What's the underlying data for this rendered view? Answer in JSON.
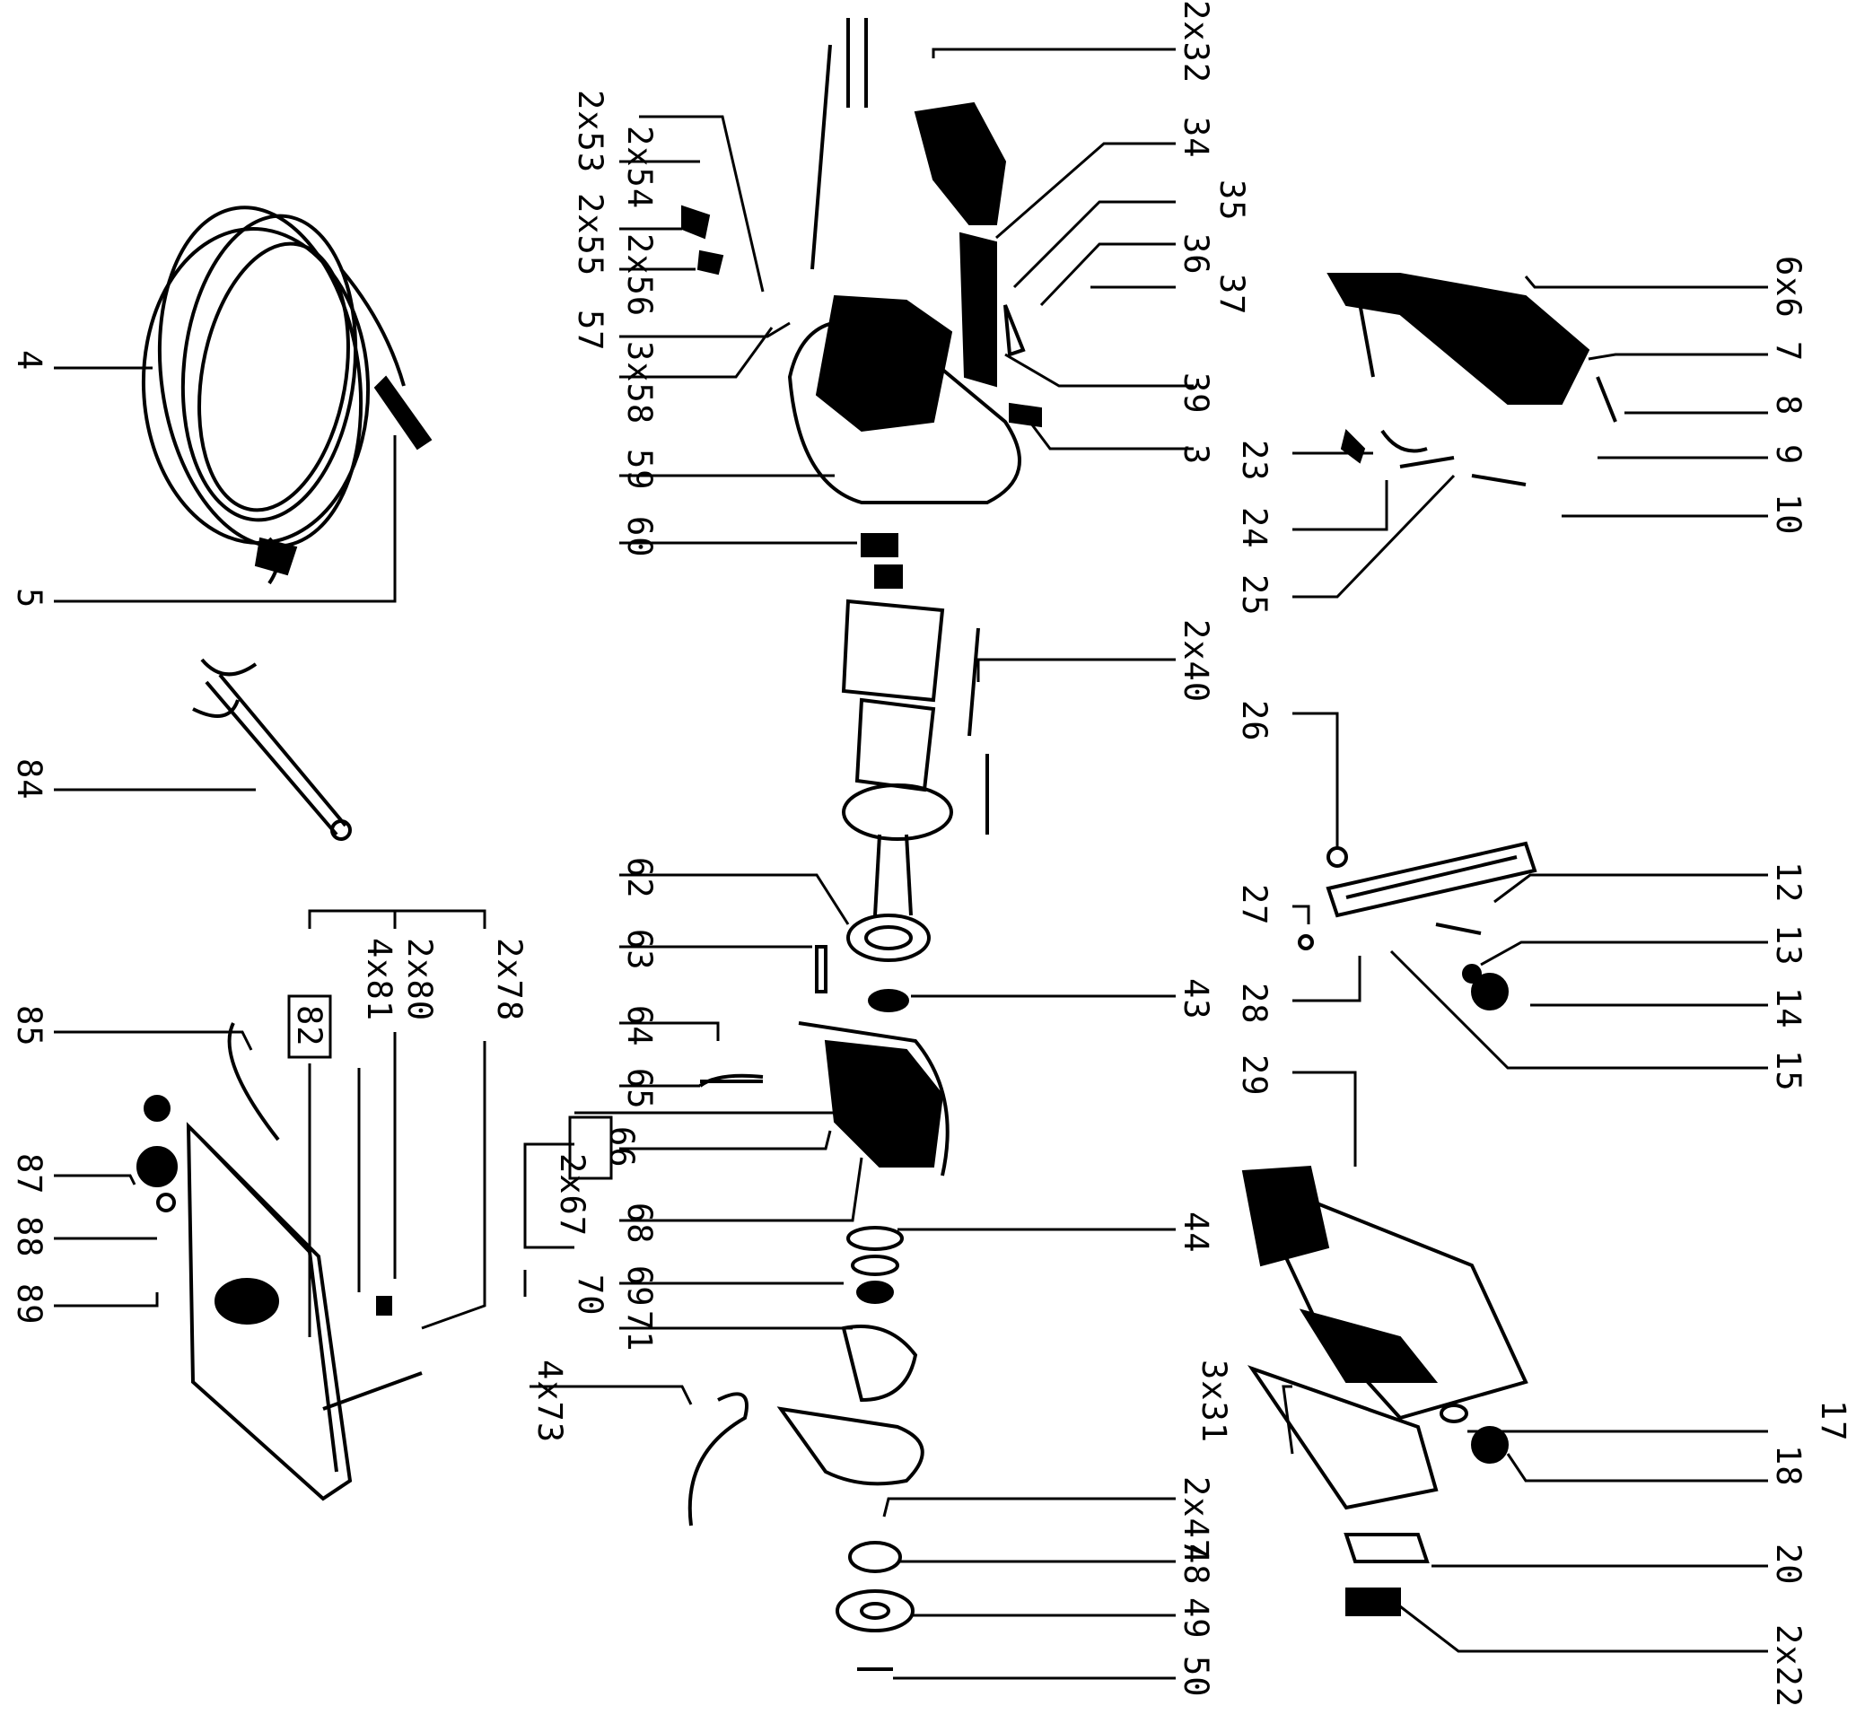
{
  "diagram": {
    "labels": [
      "2x32",
      "34",
      "35",
      "36",
      "37",
      "39",
      "3",
      "2x54",
      "2x53",
      "2x55",
      "2x56",
      "57",
      "3x58",
      "59",
      "60",
      "2x40",
      "6x6",
      "7",
      "8",
      "9",
      "10",
      "23",
      "24",
      "25",
      "4",
      "5",
      "84",
      "26",
      "27",
      "12",
      "13",
      "14",
      "15",
      "28",
      "29",
      "62",
      "63",
      "64",
      "65",
      "66",
      "2x67",
      "68",
      "69",
      "70",
      "71",
      "43",
      "44",
      "2x78",
      "2x80",
      "4x81",
      "82",
      "85",
      "87",
      "88",
      "89",
      "4x73",
      "3x31",
      "2x47",
      "48",
      "49",
      "50",
      "17",
      "18",
      "20",
      "2x22"
    ]
  }
}
